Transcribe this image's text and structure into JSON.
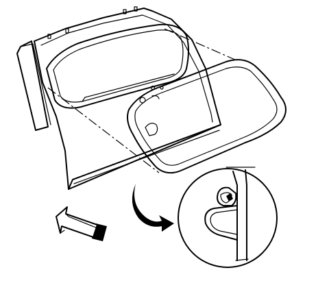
{
  "figure": {
    "subject": "liftgate-weatherstrip-installation",
    "icons": [
      "liftgate",
      "weatherstrip-seal",
      "detail-magnifier-circle",
      "direction-arrow",
      "curved-callout-arrow"
    ]
  }
}
